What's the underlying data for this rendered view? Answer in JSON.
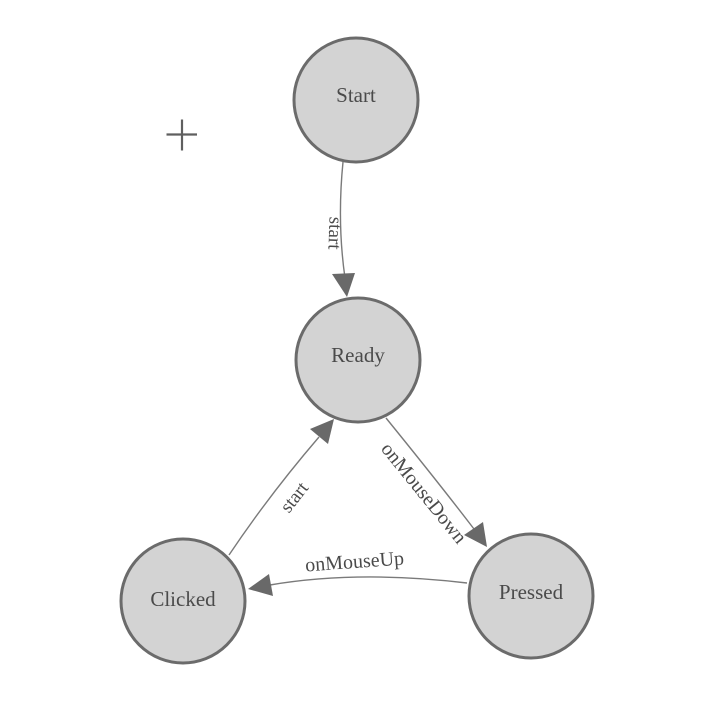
{
  "canvas": {
    "background": "#ffffff"
  },
  "palette": {
    "node_fill": "#d3d3d3",
    "node_border": "#6b6b6b",
    "edge_color": "#7a7a7a",
    "arrow_color": "#696969",
    "text_color": "#4a4a4a",
    "plus_color": "#5f5f5f"
  },
  "diagram": {
    "type": "state-machine",
    "nodes": [
      {
        "id": "start",
        "label": "Start"
      },
      {
        "id": "ready",
        "label": "Ready"
      },
      {
        "id": "clicked",
        "label": "Clicked"
      },
      {
        "id": "pressed",
        "label": "Pressed"
      }
    ],
    "edges": [
      {
        "from": "start",
        "to": "ready",
        "label": "start"
      },
      {
        "from": "clicked",
        "to": "ready",
        "label": "start"
      },
      {
        "from": "ready",
        "to": "pressed",
        "label": "onMouseDown"
      },
      {
        "from": "pressed",
        "to": "clicked",
        "label": "onMouseUp"
      }
    ],
    "cursor": {
      "symbol": "plus-crosshair"
    }
  }
}
